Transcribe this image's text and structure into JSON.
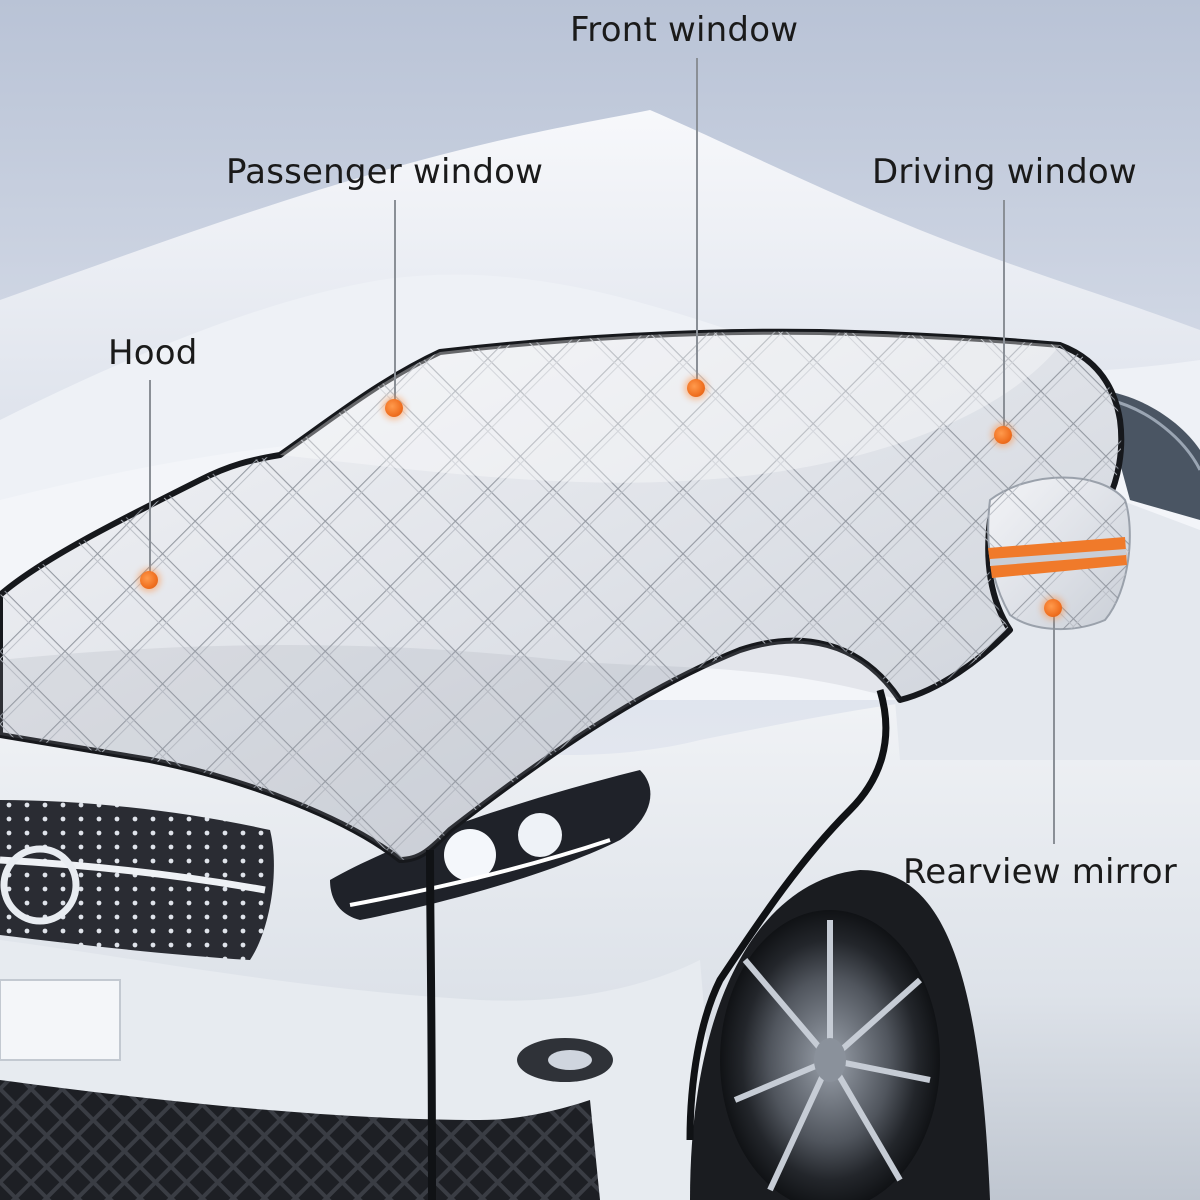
{
  "labels": {
    "front_window": "Front window",
    "passenger_window": "Passenger window",
    "driving_window": "Driving window",
    "hood": "Hood",
    "rearview_mirror": "Rearview mirror"
  },
  "colors": {
    "marker": "#f07020",
    "cover": "#e6e9ee",
    "cover_quilt_line": "#8a8f98",
    "cover_edge": "#1c1c1c",
    "car_body": "#e9edf2",
    "sky": "#c9d2e2",
    "reflective_strip": "#f07a2a"
  },
  "icons": {
    "marker": "orange-dot-icon"
  }
}
